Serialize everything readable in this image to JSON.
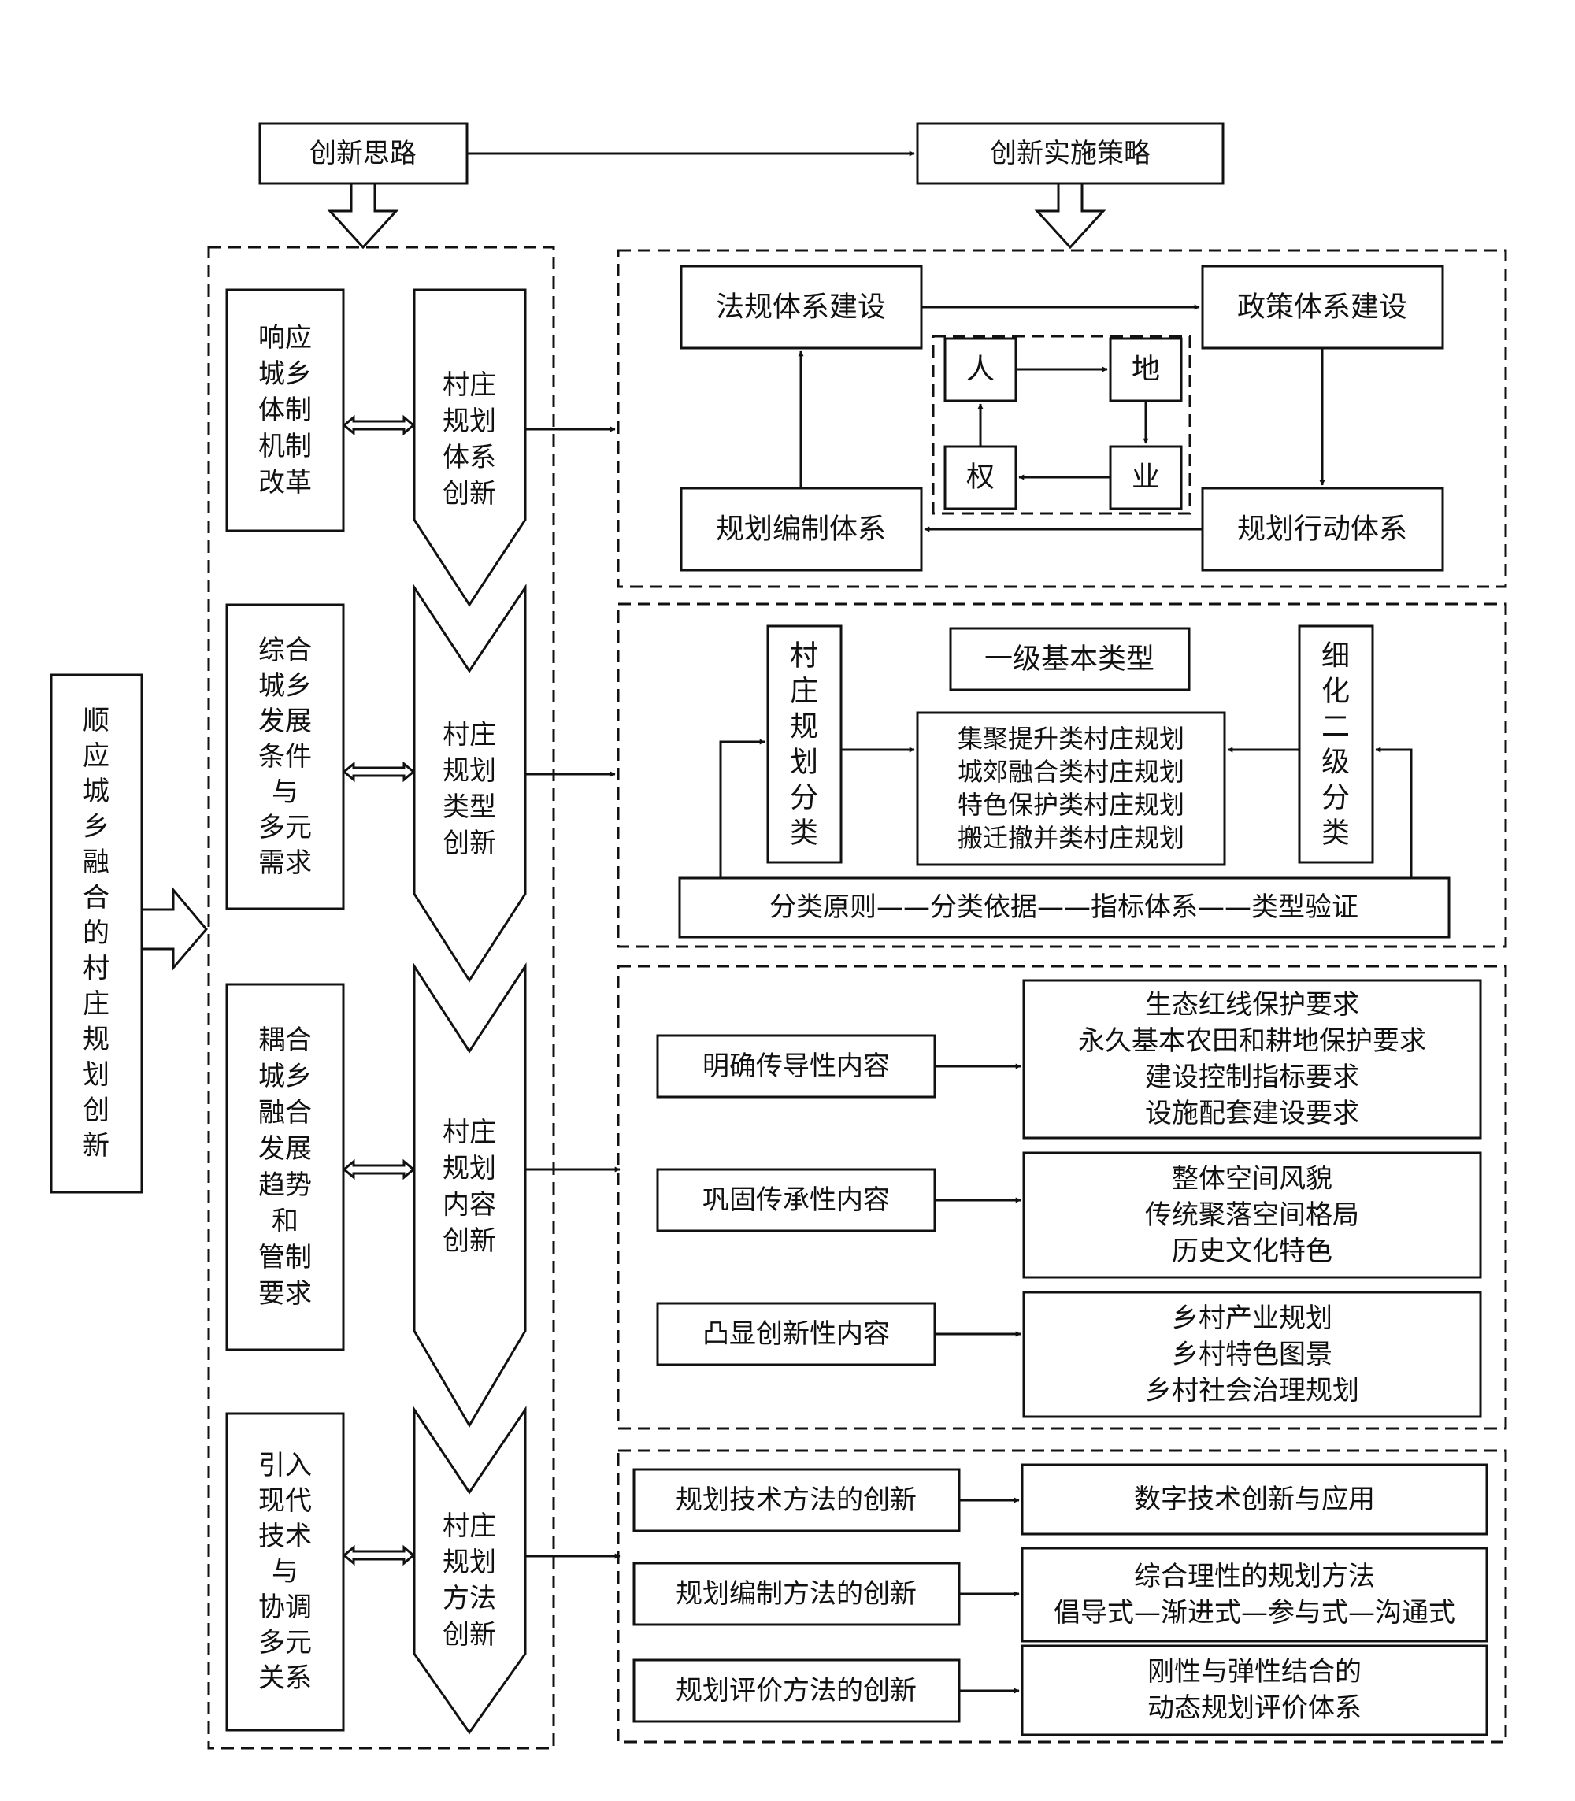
{
  "header": {
    "left_title": "创新思路",
    "right_title": "创新实施策略"
  },
  "main_label": "顺应城乡融合的村庄规划创新",
  "rows": [
    {
      "reason": "响应城乡体制机制改革",
      "innovation": "村庄规划体系创新"
    },
    {
      "reason": "综合城乡发展条件与多元需求",
      "innovation": "村庄规划类型创新"
    },
    {
      "reason": "耦合城乡融合发展趋势和管制要求",
      "innovation": "村庄规划内容创新"
    },
    {
      "reason": "引入现代技术与协调多元关系",
      "innovation": "村庄规划方法创新"
    }
  ],
  "system": {
    "law": "法规体系建设",
    "policy": "政策体系建设",
    "compile": "规划编制体系",
    "action": "规划行动体系",
    "ren": "人",
    "di": "地",
    "ye": "业",
    "quan": "权"
  },
  "types": {
    "classify": "村庄规划分类",
    "level1": "一级基本类型",
    "refine": "细化二级分类",
    "list": [
      "集聚提升类村庄规划",
      "城郊融合类村庄规划",
      "特色保护类村庄规划",
      "搬迁撤并类村庄规划"
    ],
    "bottom": "分类原则——分类依据——指标体系——类型验证"
  },
  "content": [
    {
      "label": "明确传导性内容",
      "items": [
        "生态红线保护要求",
        "永久基本农田和耕地保护要求",
        "建设控制指标要求",
        "设施配套建设要求"
      ]
    },
    {
      "label": "巩固传承性内容",
      "items": [
        "整体空间风貌",
        "传统聚落空间格局",
        "历史文化特色"
      ]
    },
    {
      "label": "凸显创新性内容",
      "items": [
        "乡村产业规划",
        "乡村特色图景",
        "乡村社会治理规划"
      ]
    }
  ],
  "methods": [
    {
      "label": "规划技术方法的创新",
      "items": [
        "数字技术创新与应用"
      ]
    },
    {
      "label": "规划编制方法的创新",
      "items": [
        "综合理性的规划方法",
        "倡导式—渐进式—参与式—沟通式"
      ]
    },
    {
      "label": "规划评价方法的创新",
      "items": [
        "刚性与弹性结合的",
        "动态规划评价体系"
      ]
    }
  ]
}
